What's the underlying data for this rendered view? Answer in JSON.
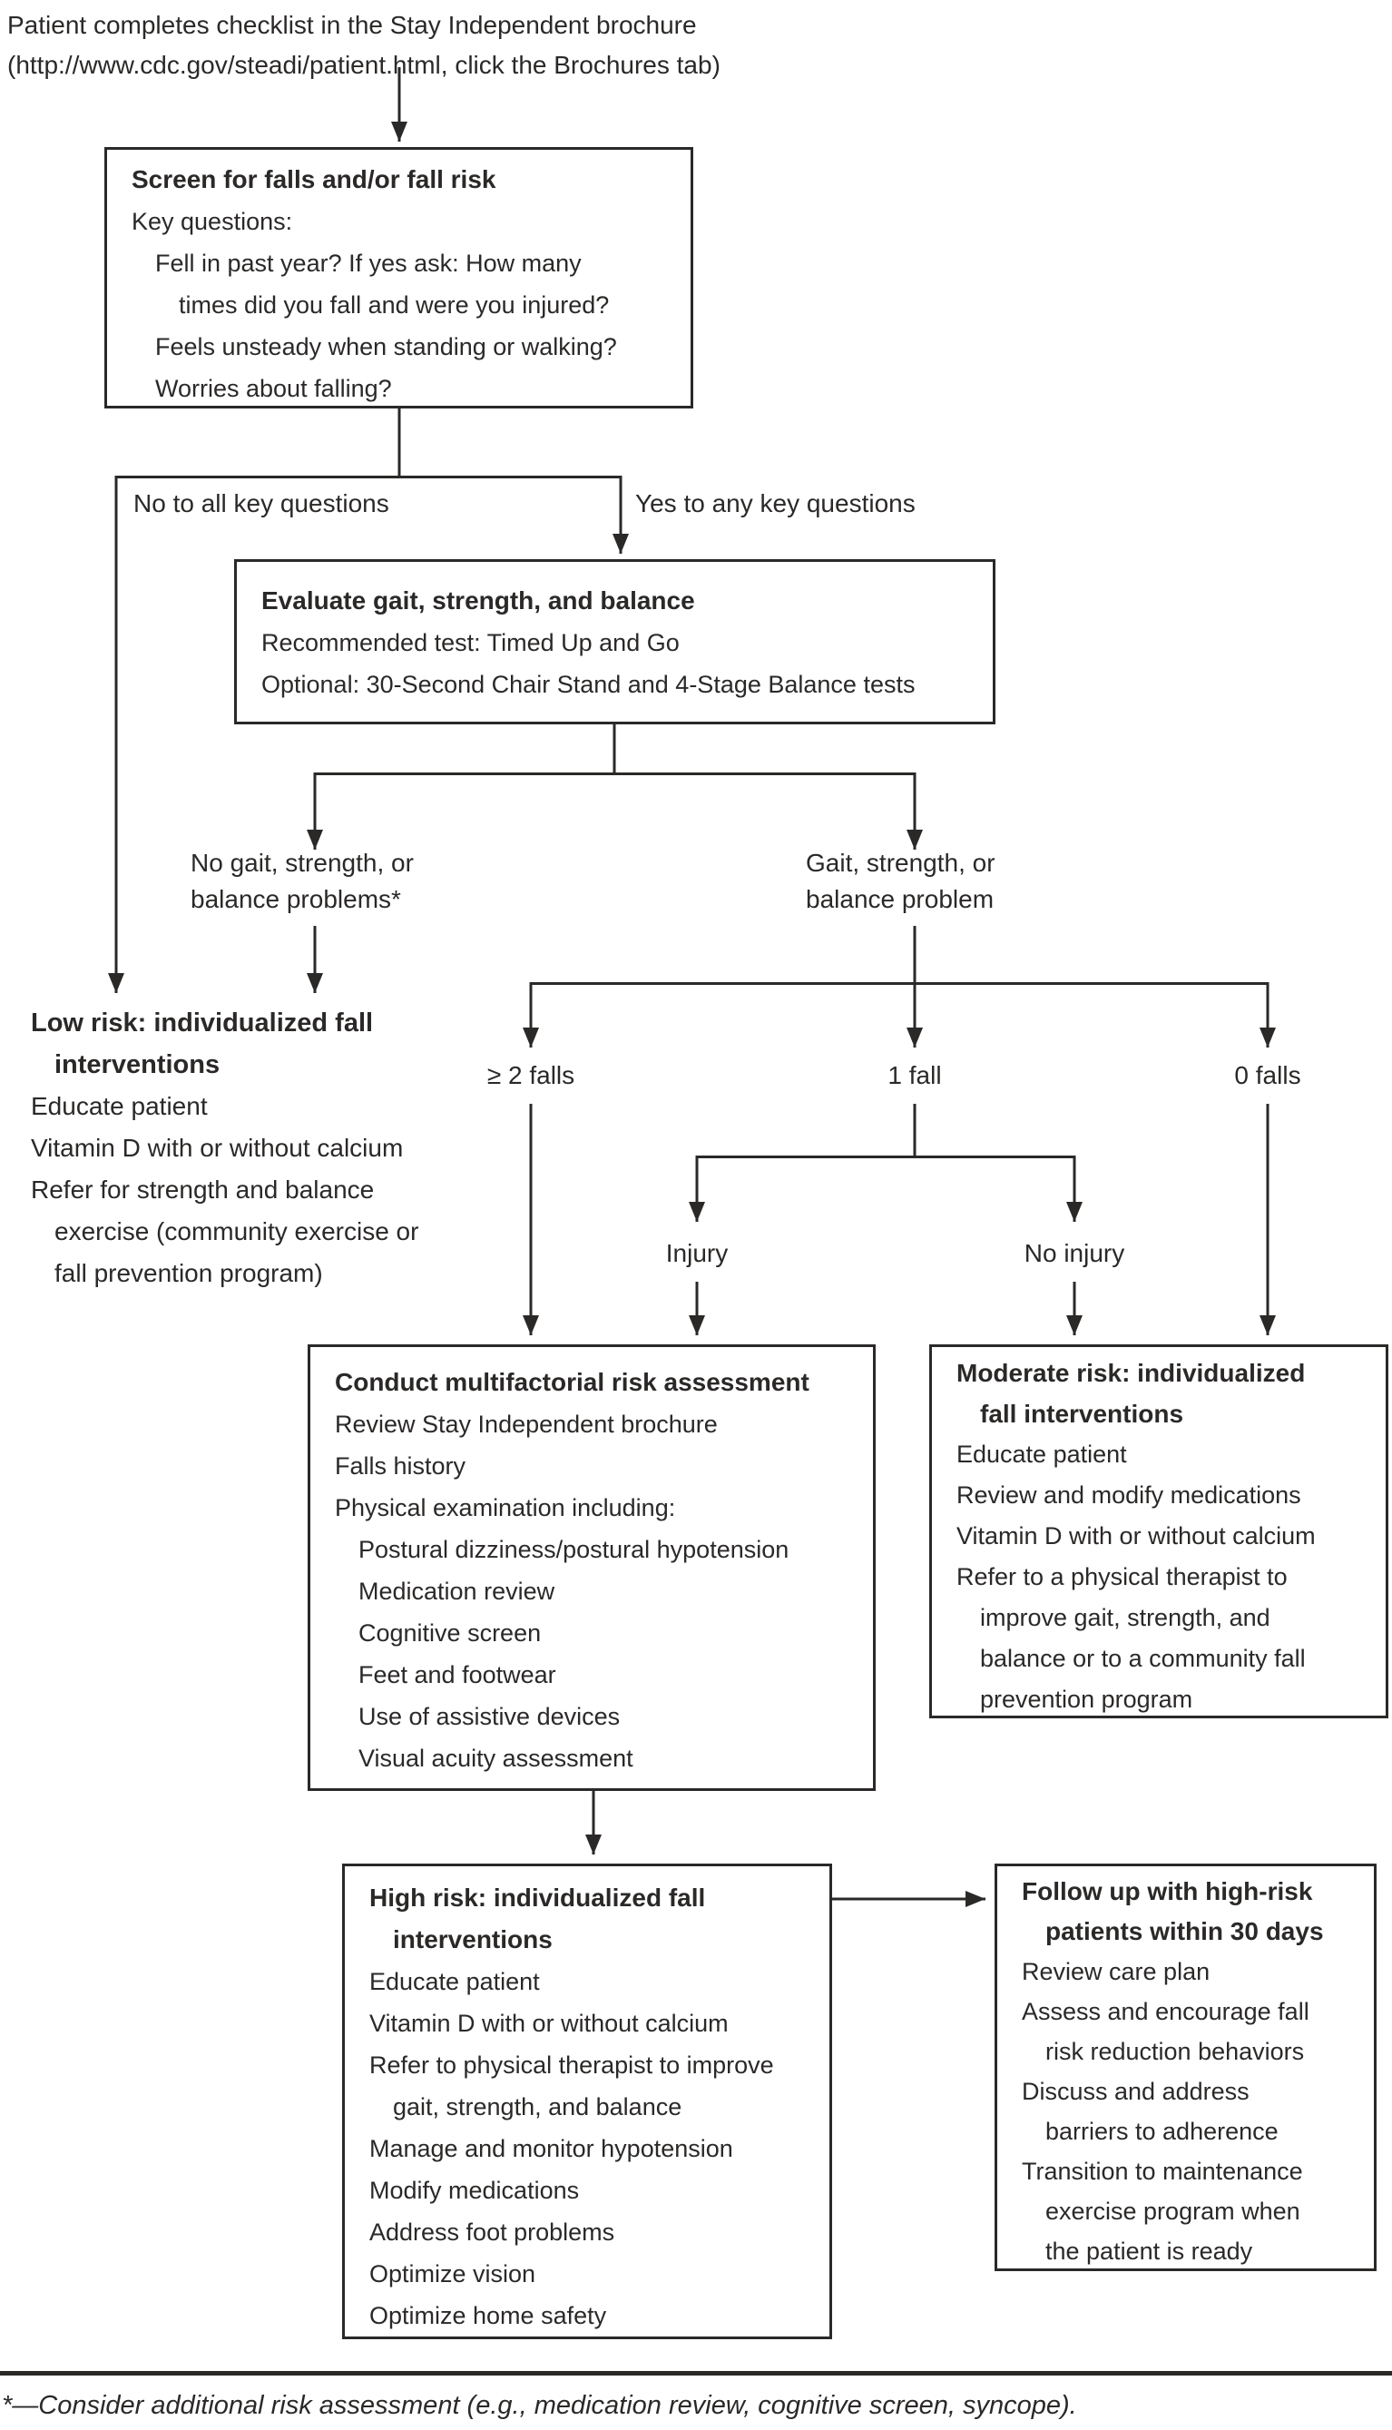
{
  "colors": {
    "ink": "#2b2928",
    "background": "#ffffff"
  },
  "intro": {
    "line1": "Patient completes checklist in the Stay Independent brochure",
    "line2": "(http://www.cdc.gov/steadi/patient.html, click the Brochures tab)"
  },
  "screen_box": {
    "title": "Screen for falls and/or fall risk",
    "lines": [
      "Key questions:",
      "Fell in past year? If yes ask: How many",
      "times did you fall and were you injured?",
      "Feels unsteady when standing or walking?",
      "Worries about falling?"
    ]
  },
  "branch_labels": {
    "no_all": "No to all key questions",
    "yes_any": "Yes to any key questions"
  },
  "evaluate_box": {
    "title": "Evaluate gait, strength, and balance",
    "lines": [
      "Recommended test: Timed Up and Go",
      "Optional: 30-Second Chair Stand and 4-Stage Balance tests"
    ]
  },
  "gait_labels": {
    "no_problem": [
      "No gait, strength, or",
      "balance problems*"
    ],
    "problem": [
      "Gait, strength, or",
      "balance problem"
    ]
  },
  "low_risk": {
    "title": [
      "Low risk: individualized fall",
      "interventions"
    ],
    "lines": [
      "Educate patient",
      "Vitamin D with or without calcium",
      "Refer for strength and balance",
      "exercise (community exercise or",
      "fall prevention program)"
    ]
  },
  "fall_count_labels": {
    "two_plus": "≥ 2 falls",
    "one": "1 fall",
    "zero": "0 falls"
  },
  "injury_labels": {
    "injury": "Injury",
    "no_injury": "No injury"
  },
  "multifactorial_box": {
    "title": "Conduct multifactorial risk assessment",
    "lines": [
      "Review Stay Independent brochure",
      "Falls history",
      "Physical examination including:",
      "Postural dizziness/postural hypotension",
      "Medication review",
      "Cognitive screen",
      "Feet and footwear",
      "Use of assistive devices",
      "Visual acuity assessment"
    ]
  },
  "moderate_box": {
    "title": [
      "Moderate risk: individualized",
      "fall interventions"
    ],
    "lines": [
      "Educate patient",
      "Review and modify medications",
      "Vitamin D with or without calcium",
      "Refer to a physical therapist to",
      "improve gait, strength, and",
      "balance or to a community fall",
      "prevention program"
    ]
  },
  "high_risk_box": {
    "title": [
      "High risk: individualized fall",
      "interventions"
    ],
    "lines": [
      "Educate patient",
      "Vitamin D with or without calcium",
      "Refer to physical therapist to improve",
      "gait, strength, and balance",
      "Manage and monitor hypotension",
      "Modify medications",
      "Address foot problems",
      "Optimize vision",
      "Optimize home safety"
    ]
  },
  "followup_box": {
    "title": [
      "Follow up with high-risk",
      "patients within 30 days"
    ],
    "lines": [
      "Review care plan",
      "Assess and encourage fall",
      "risk reduction behaviors",
      "Discuss and address",
      "barriers to adherence",
      "Transition to maintenance",
      "exercise program when",
      "the patient is ready"
    ]
  },
  "footnote": "*—Consider additional risk assessment (e.g., medication review, cognitive screen, syncope)."
}
